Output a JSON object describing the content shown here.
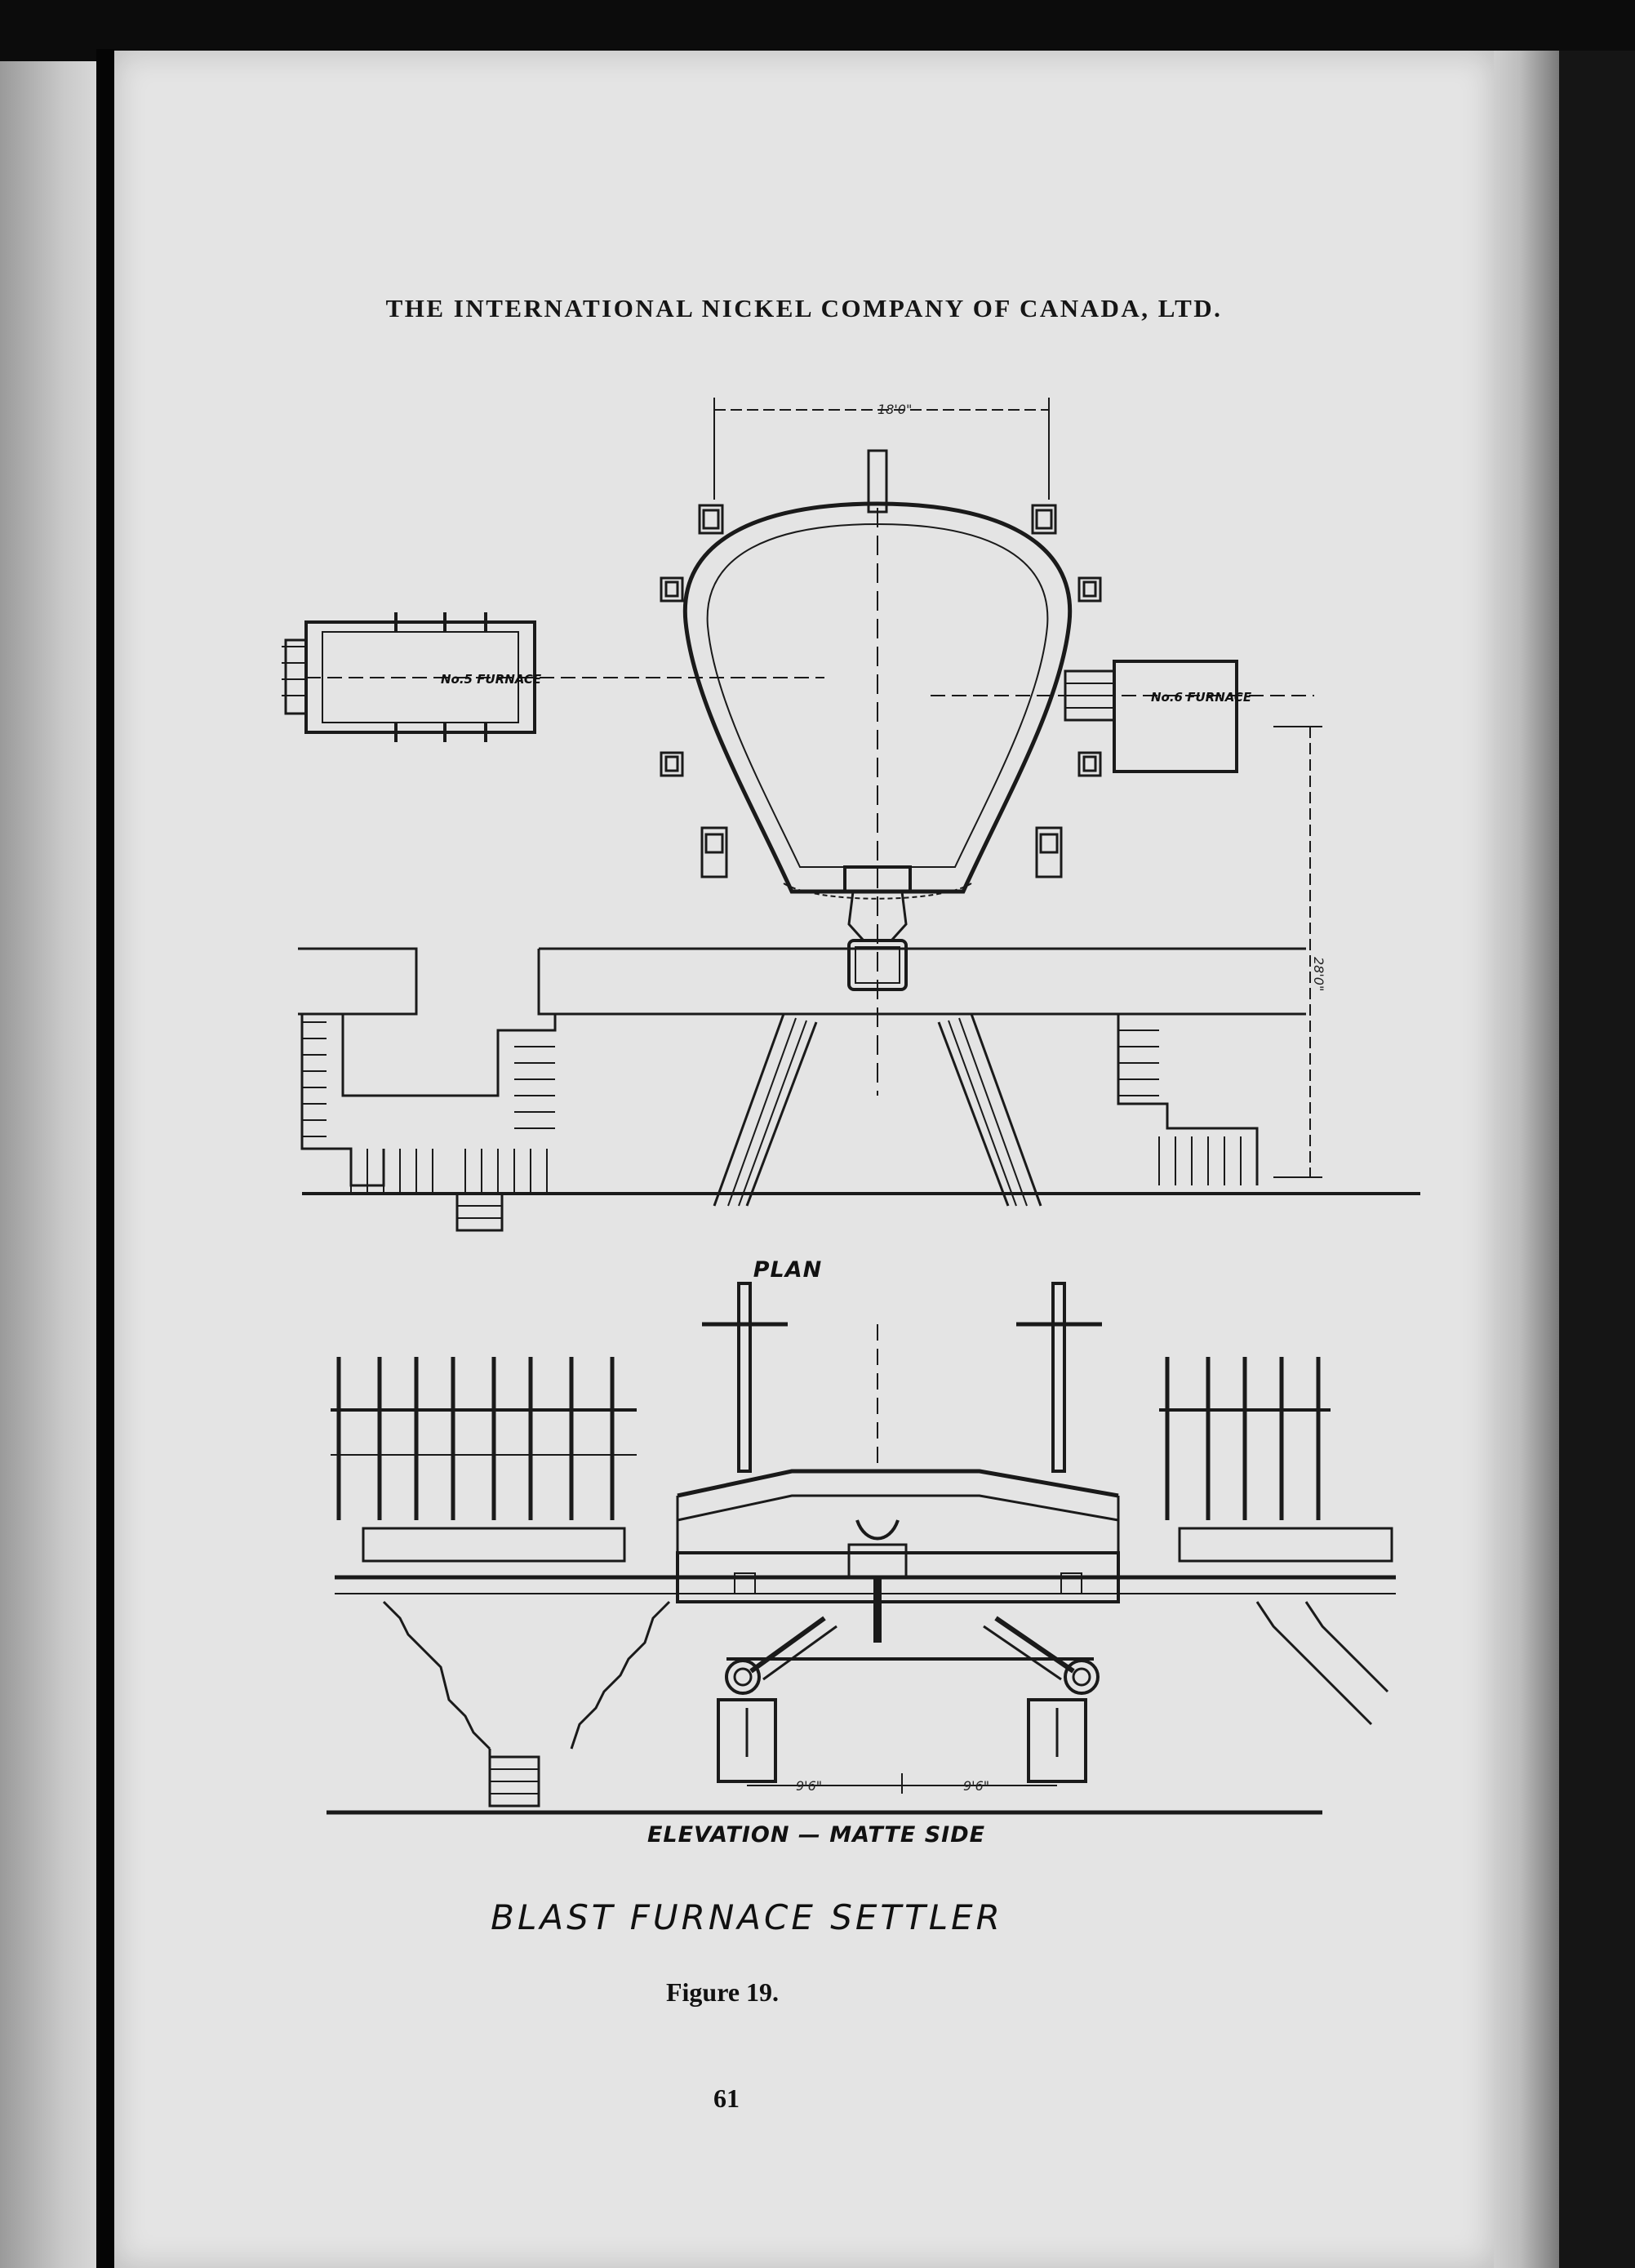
{
  "header": {
    "running_title": "THE INTERNATIONAL NICKEL COMPANY OF CANADA, LTD."
  },
  "figure": {
    "plan_label": "PLAN",
    "elevation_label": "ELEVATION — MATTE SIDE",
    "title": "BLAST FURNACE SETTLER",
    "number_label": "Figure 19."
  },
  "drawing": {
    "top_dimension": "18'0\"",
    "side_dimension": "28'0\"",
    "furnace_left_label": "No.5 FURNACE",
    "furnace_right_label": "No.6 FURNACE",
    "bottom_dimension_left": "9'6\"",
    "bottom_dimension_right": "9'6\""
  },
  "footer": {
    "page_number": "61"
  }
}
